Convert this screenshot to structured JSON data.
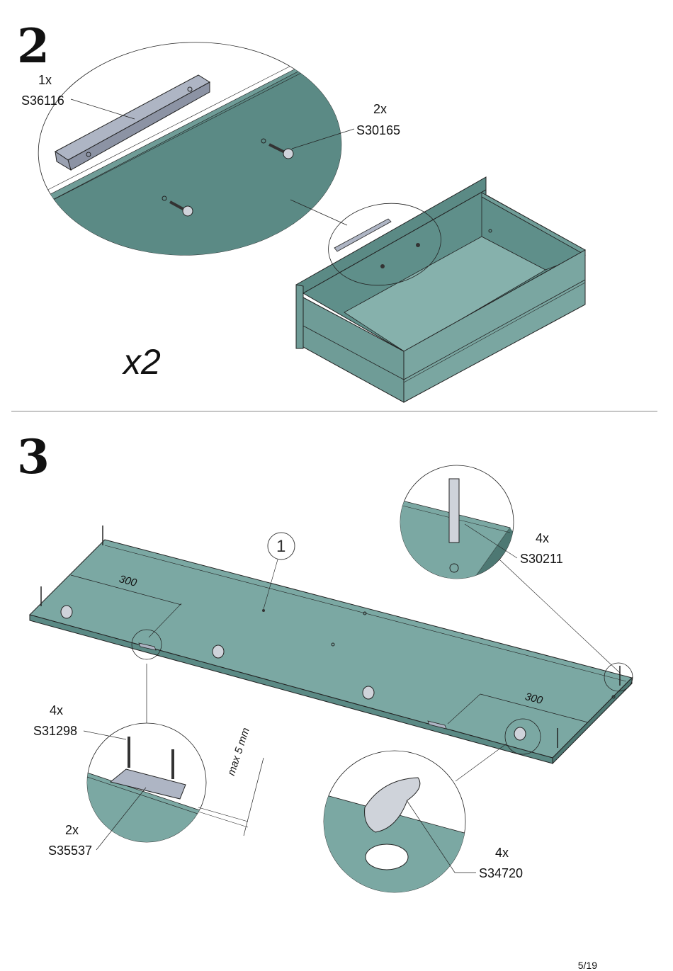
{
  "step2": {
    "number": "2",
    "handle": {
      "qty": "1x",
      "code": "S36116"
    },
    "screw": {
      "qty": "2x",
      "code": "S30165"
    },
    "multiplier": "x2"
  },
  "step3": {
    "number": "3",
    "part_callout": "1",
    "dimension_left": "300",
    "dimension_right": "300",
    "dowel": {
      "qty": "4x",
      "code": "S30211"
    },
    "screw": {
      "qty": "4x",
      "code": "S31298"
    },
    "plate": {
      "qty": "2x",
      "code": "S35537"
    },
    "cam": {
      "qty": "4x",
      "code": "S34720"
    },
    "max_note": "max 5 mm"
  },
  "page": {
    "number": "5/19"
  },
  "colors": {
    "panel": "#7ba8a3",
    "panel_dark": "#5b8a85",
    "panel_edge": "#4d7873",
    "metal": "#aeb5c4"
  }
}
